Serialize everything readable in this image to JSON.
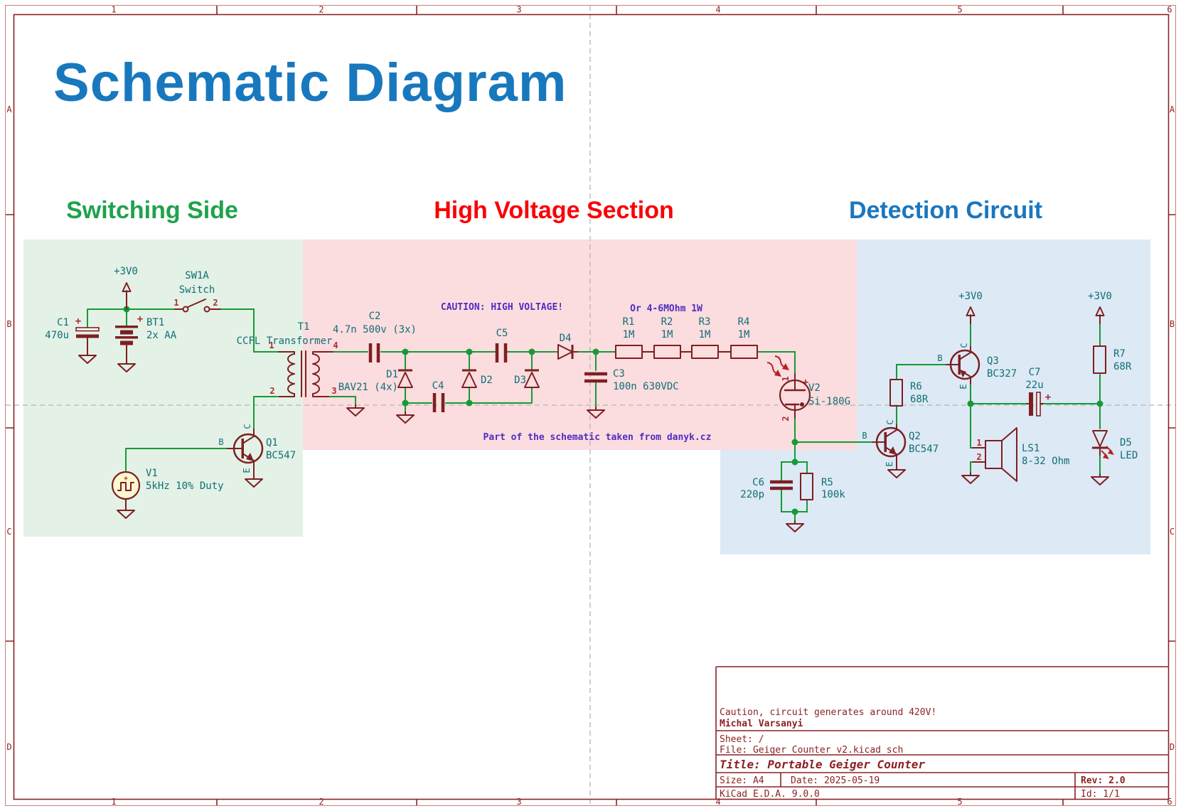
{
  "page_title": "Schematic Diagram",
  "frame": {
    "columns": [
      "1",
      "2",
      "3",
      "4",
      "5",
      "6"
    ],
    "rows": [
      "A",
      "B",
      "C",
      "D"
    ]
  },
  "sections": {
    "switching": {
      "label": "Switching Side"
    },
    "high_voltage": {
      "label": "High Voltage Section"
    },
    "detection": {
      "label": "Detection Circuit"
    }
  },
  "notes": {
    "caution": "CAUTION: HIGH VOLTAGE!",
    "resistor_alt": "Or 4-6MOhm 1W",
    "credit": "Part of the schematic taken from danyk.cz"
  },
  "power": {
    "v3": "+3V0"
  },
  "pins": {
    "p1": "1",
    "p2": "2",
    "p3": "3",
    "p4": "4",
    "b": "B",
    "c": "C",
    "e": "E",
    "plus": "+"
  },
  "components": {
    "c1": {
      "ref": "C1",
      "value": "470u"
    },
    "bt1": {
      "ref": "BT1",
      "value": "2x AA"
    },
    "sw1a": {
      "ref": "SW1A",
      "value": "Switch"
    },
    "t1": {
      "ref": "T1",
      "value": "CCFL Transformer"
    },
    "q1": {
      "ref": "Q1",
      "value": "BC547"
    },
    "v1": {
      "ref": "V1",
      "value": "5kHz 10% Duty"
    },
    "c2": {
      "ref": "C2",
      "value": "4.7n 500v (3x)"
    },
    "d1": {
      "ref": "D1",
      "value": "BAV21 (4x)"
    },
    "c4": {
      "ref": "C4"
    },
    "c5": {
      "ref": "C5"
    },
    "d2": {
      "ref": "D2"
    },
    "d3": {
      "ref": "D3"
    },
    "d4": {
      "ref": "D4"
    },
    "c3": {
      "ref": "C3",
      "value": "100n 630VDC"
    },
    "r1": {
      "ref": "R1",
      "value": "1M"
    },
    "r2": {
      "ref": "R2",
      "value": "1M"
    },
    "r3": {
      "ref": "R3",
      "value": "1M"
    },
    "r4": {
      "ref": "R4",
      "value": "1M"
    },
    "v2": {
      "ref": "V2",
      "value": "Si-180G"
    },
    "c6": {
      "ref": "C6",
      "value": "220p"
    },
    "r5": {
      "ref": "R5",
      "value": "100k"
    },
    "q2": {
      "ref": "Q2",
      "value": "BC547"
    },
    "r6": {
      "ref": "R6",
      "value": "68R"
    },
    "q3": {
      "ref": "Q3",
      "value": "BC327"
    },
    "c7": {
      "ref": "C7",
      "value": "22u"
    },
    "ls1": {
      "ref": "LS1",
      "value": "8-32 Ohm"
    },
    "r7": {
      "ref": "R7",
      "value": "68R"
    },
    "d5": {
      "ref": "D5",
      "value": "LED"
    }
  },
  "title_block": {
    "comment": "Caution, circuit generates around 420V!",
    "author": "Michal Varsanyi",
    "sheet": "Sheet: /",
    "file": "File: Geiger_Counter_v2.kicad_sch",
    "title": "Title: Portable Geiger Counter",
    "size": "Size: A4",
    "date": "Date: 2025-05-19",
    "rev": "Rev: 2.0",
    "tool": "KiCad E.D.A. 9.0.0",
    "id": "Id: 1/1"
  },
  "colors": {
    "symbol": "#7d1f21",
    "wire": "#159a35",
    "field": "#0f6f76",
    "pin_number": "#a92d30",
    "note": "#4f2ec0",
    "radiation": "#b22228",
    "title": "#1878be",
    "header_green": "#1fa24c",
    "header_red": "#fa0105",
    "header_blue": "#1b76be",
    "bg_green": "#e4f1e6",
    "bg_pink": "#fbdcdf",
    "bg_blue": "#dde9f4",
    "v1_fill": "#fcf8cf",
    "frame": "#8c2123",
    "frame_light": "#c97e7e"
  }
}
